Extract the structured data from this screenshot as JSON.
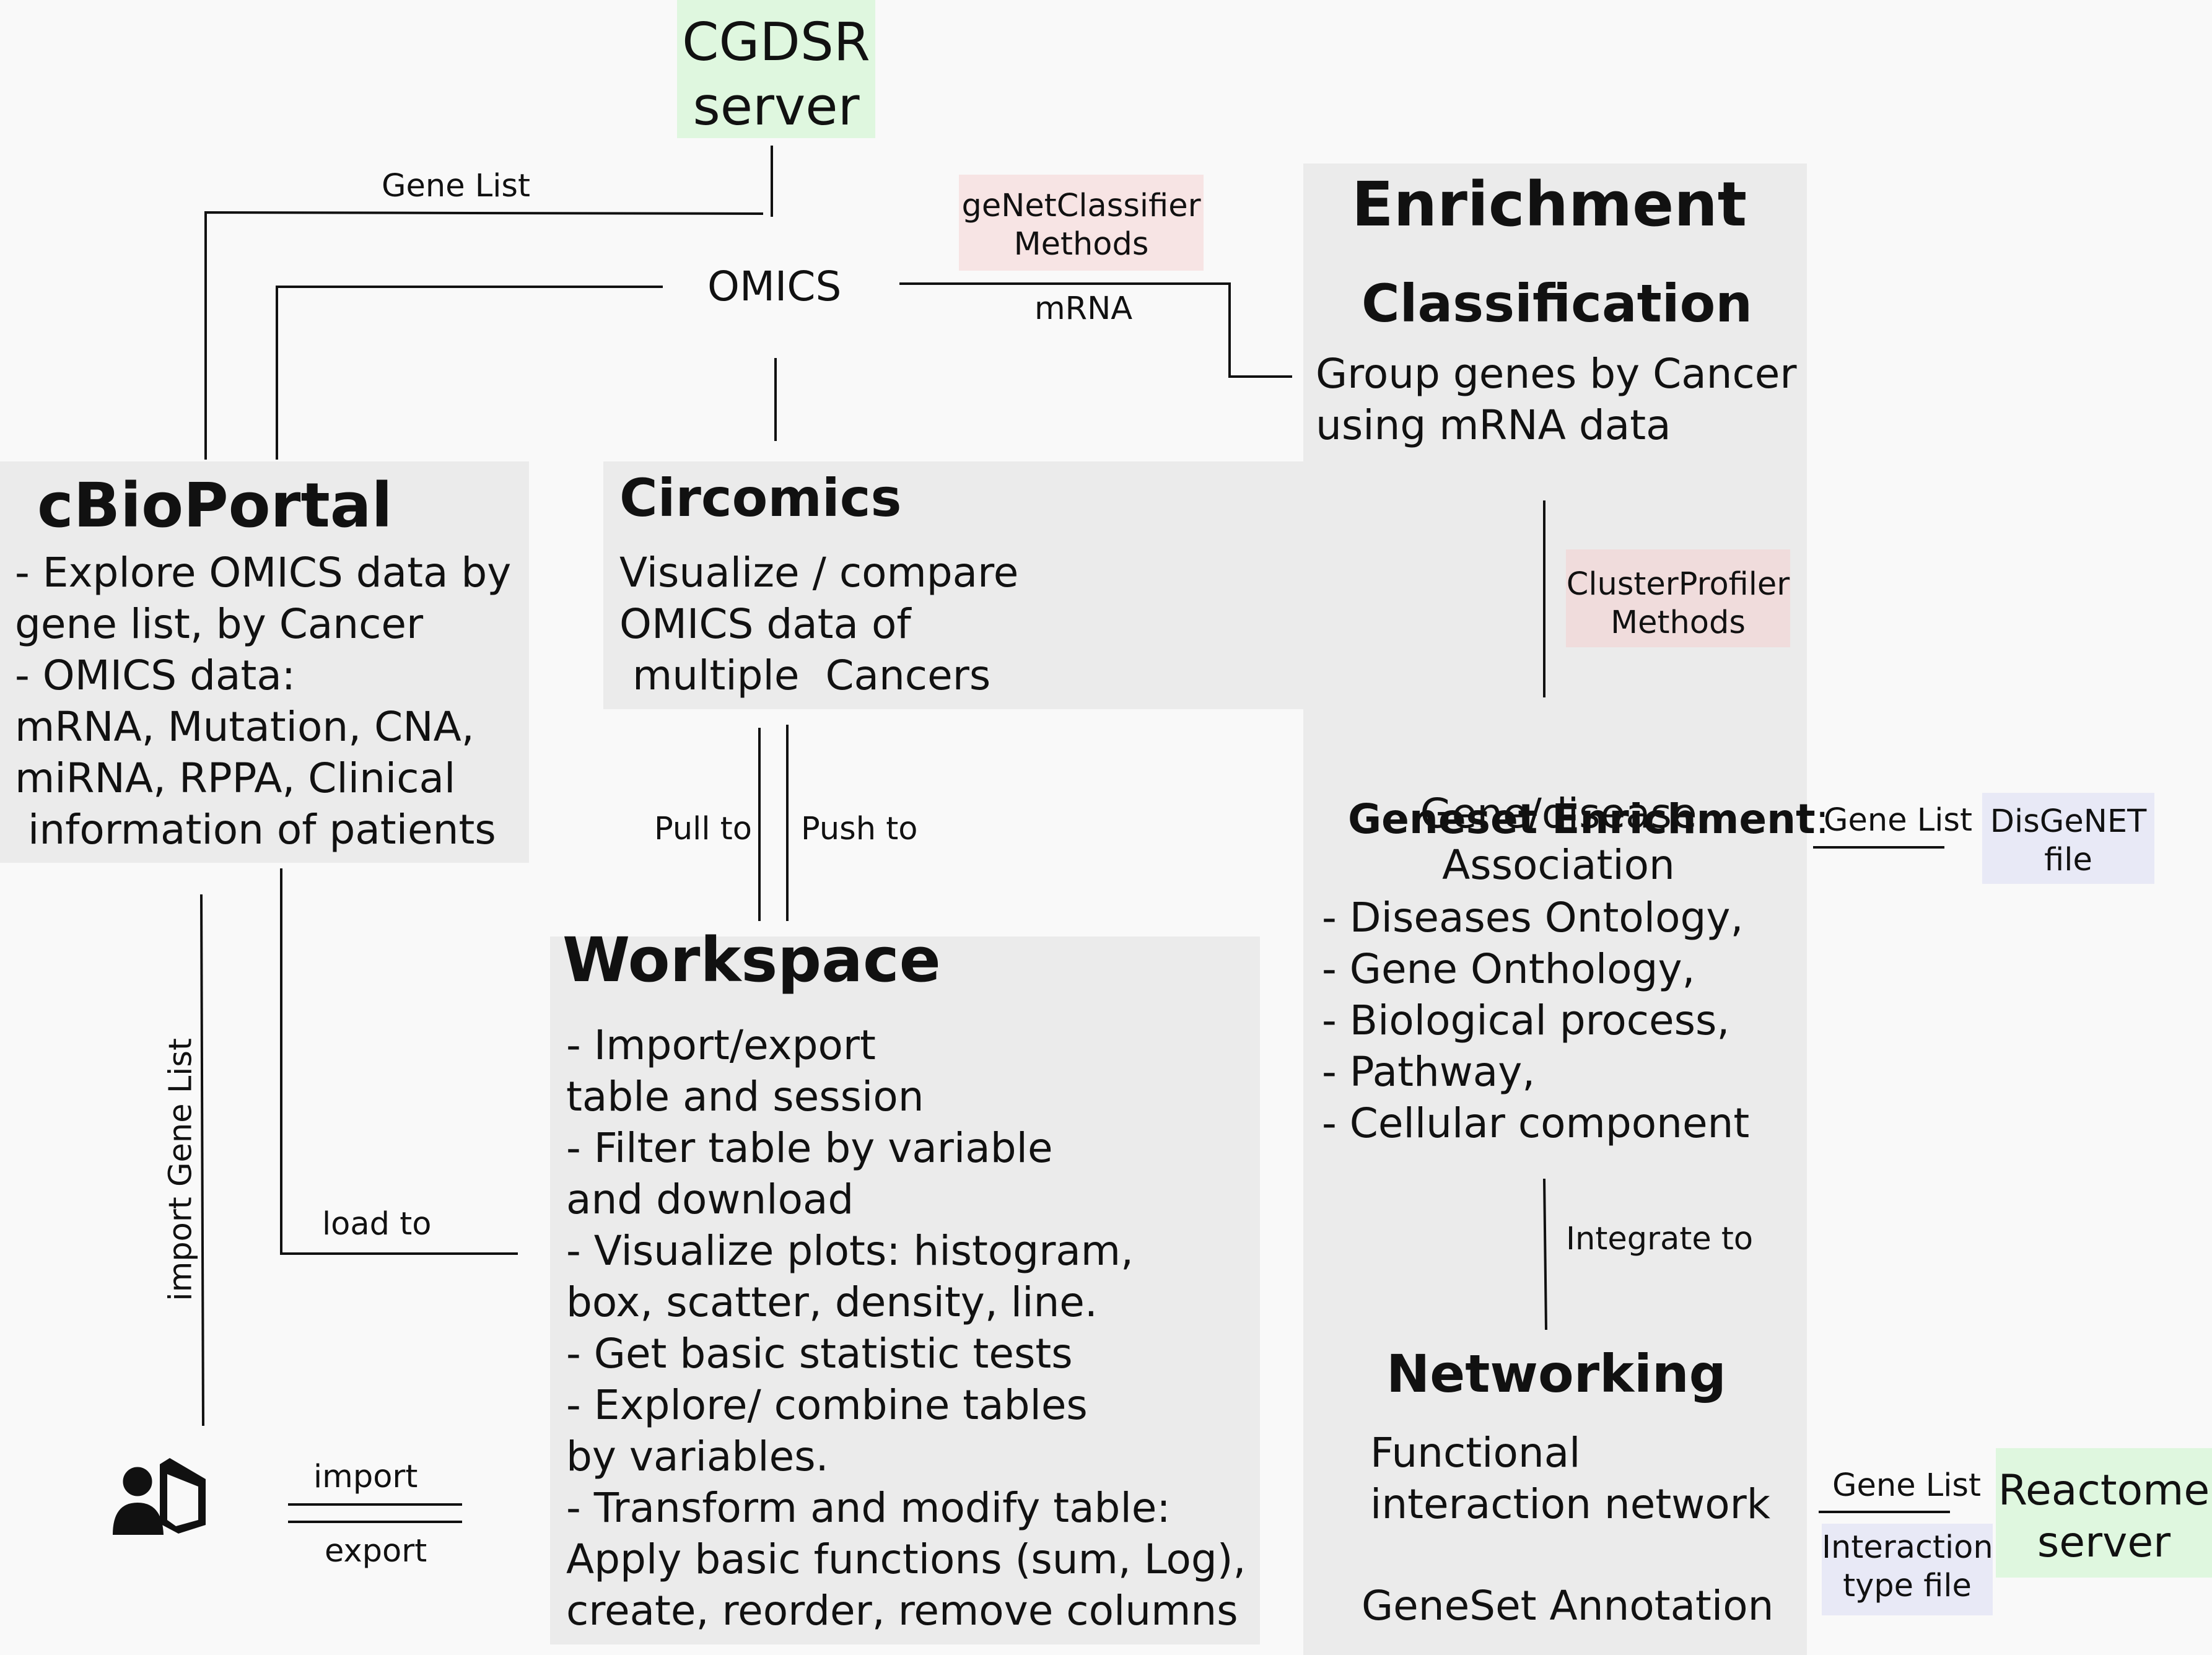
{
  "nodes": {
    "cgdsr": {
      "line1": "CGDSR",
      "line2": "server"
    },
    "omics": "OMICS",
    "genet": {
      "line1": "geNetClassifier",
      "line2": "Methods"
    },
    "enrichment_title": "Enrichment",
    "classification": {
      "title": "Classification",
      "line1": "Group genes by Cancer",
      "line2": "using mRNA data"
    },
    "clusterprofiler": {
      "line1": "ClusterProfiler",
      "line2": "Methods"
    },
    "cbioportal": {
      "title": "cBioPortal",
      "lines": [
        "- Explore OMICS data by",
        "gene list, by Cancer",
        "- OMICS data:",
        "mRNA, Mutation, CNA,",
        "miRNA, RPPA, Clinical",
        " information of patients"
      ]
    },
    "circomics": {
      "title": "Circomics",
      "lines": [
        "Visualize / compare",
        "OMICS data of",
        " multiple  Cancers"
      ]
    },
    "geneset": {
      "title": "Geneset Enrichment",
      "colon": ":",
      "sub1": "Gene/disease",
      "sub2": "Association",
      "lines": [
        "- Diseases Ontology,",
        "- Gene Onthology,",
        "- Biological process,",
        "- Pathway,",
        "- Cellular component"
      ]
    },
    "disgenet": {
      "line1": "DisGeNET",
      "line2": "file"
    },
    "workspace": {
      "title": "Workspace",
      "lines": [
        "- Import/export",
        "table and session",
        "- Filter table by variable",
        "and download",
        "- Visualize plots: histogram,",
        "box, scatter, density, line.",
        "- Get basic statistic tests",
        "- Explore/ combine tables",
        "by variables.",
        "- Transform and modify table:",
        "Apply basic functions (sum, Log),",
        "create, reorder, remove columns"
      ]
    },
    "networking": {
      "title": "Networking",
      "line1": "Functional",
      "line2": "interaction network",
      "line3": "GeneSet Annotation"
    },
    "reactome": {
      "line1": "Reactome",
      "line2": "server"
    },
    "interaction": {
      "line1": "Interaction",
      "line2": "type file"
    }
  },
  "edge_labels": {
    "gene_list_top": "Gene List",
    "mrna": "mRNA",
    "pull_to": "Pull to",
    "push_to": "Push to",
    "import_gene_list": "import Gene List",
    "load_to": "load to",
    "import": "import",
    "export": "export",
    "gene_list_disgenet": "Gene List",
    "integrate_to": "Integrate to",
    "gene_list_reactome": "Gene List"
  },
  "icons": {
    "user_file": "user-file-icon"
  },
  "colors": {
    "gray_box": "#ebebeb",
    "green_box": "#dff7df",
    "pink_box": "#f7e4e4",
    "lavender_box": "#e8e9f6"
  }
}
